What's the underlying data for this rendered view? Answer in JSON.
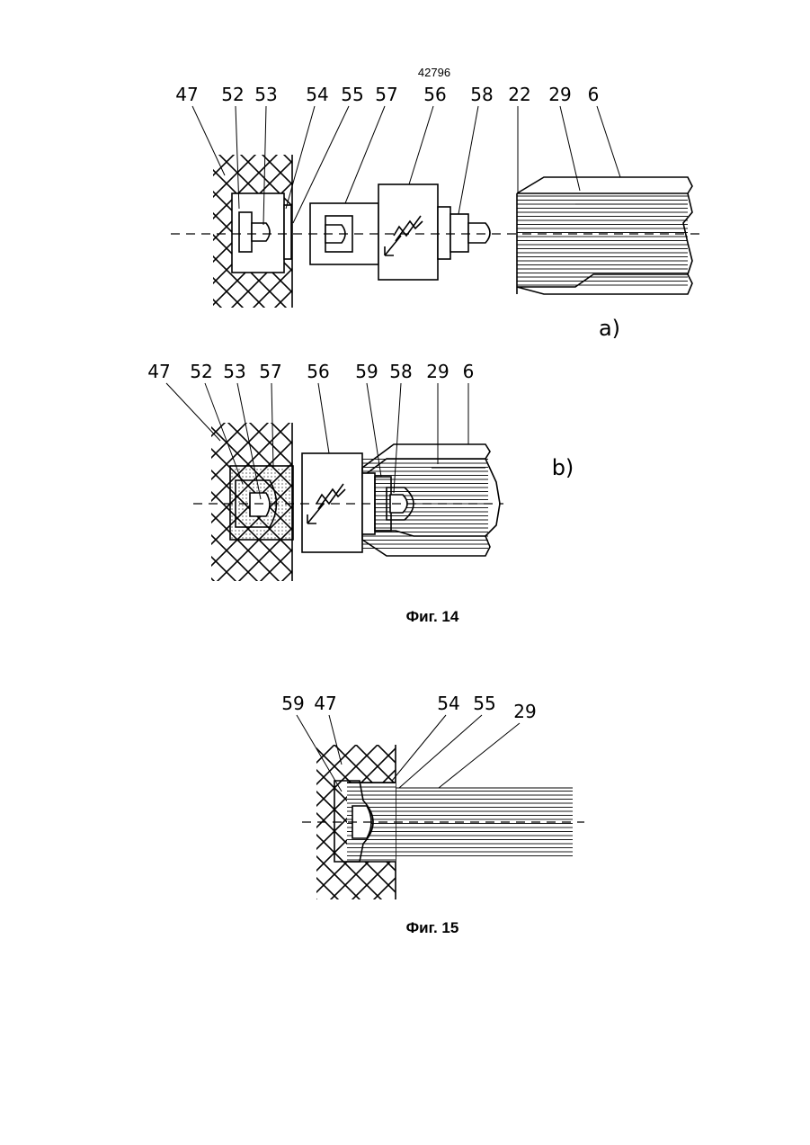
{
  "page_number": "42796",
  "figure14": {
    "part_a": {
      "sub_label": "a)",
      "callouts": [
        "47",
        "52",
        "53",
        "54",
        "55",
        "57",
        "56",
        "58",
        "22",
        "29",
        "6"
      ]
    },
    "part_b": {
      "sub_label": "b)",
      "callouts": [
        "47",
        "52",
        "53",
        "57",
        "56",
        "59",
        "58",
        "29",
        "6"
      ]
    },
    "caption": "Фиг. 14"
  },
  "figure15": {
    "callouts": [
      "59",
      "47",
      "54",
      "55",
      "29"
    ],
    "caption": "Фиг. 15"
  }
}
